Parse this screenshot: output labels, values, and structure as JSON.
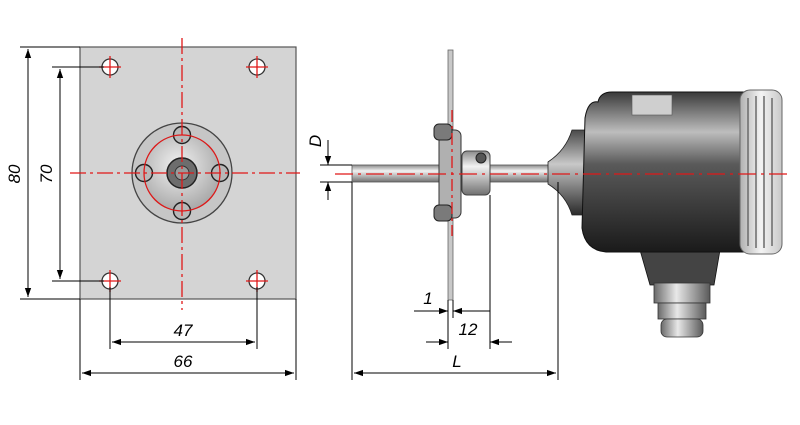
{
  "dimensions": {
    "height_outer": "80",
    "height_holes": "70",
    "width_holes": "47",
    "width_outer": "66",
    "probe_diameter": "D",
    "wall_thickness": "1",
    "flange_offset": "12",
    "probe_length": "L"
  },
  "colors": {
    "plate": "#d4d4d4",
    "outline": "#555555",
    "centerline": "#e01818",
    "dimension": "#000000",
    "housing_dark": "#2a2a2a",
    "housing_light": "#bfbfbf"
  }
}
